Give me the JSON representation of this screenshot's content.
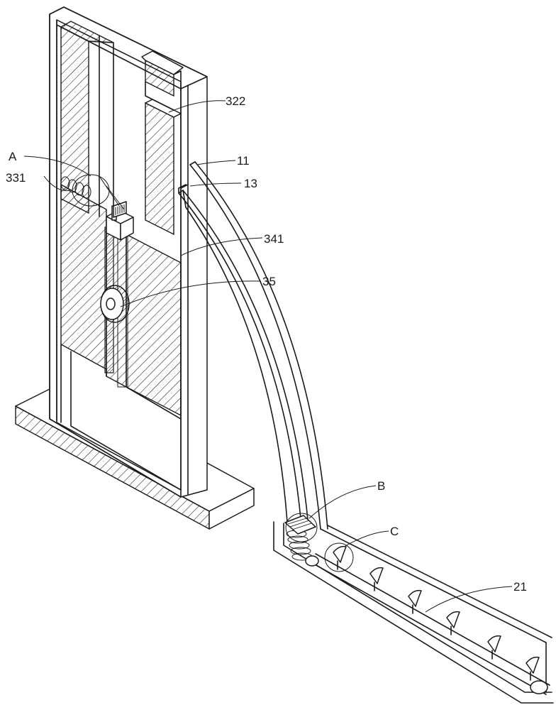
{
  "labels": {
    "l322": "322",
    "l11": "11",
    "lA": "A",
    "l13": "13",
    "l331": "331",
    "l341": "341",
    "l35": "35",
    "lB": "B",
    "lC": "C",
    "l21": "21"
  },
  "colors": {
    "line": "#1a1a1a",
    "background": "#ffffff"
  }
}
